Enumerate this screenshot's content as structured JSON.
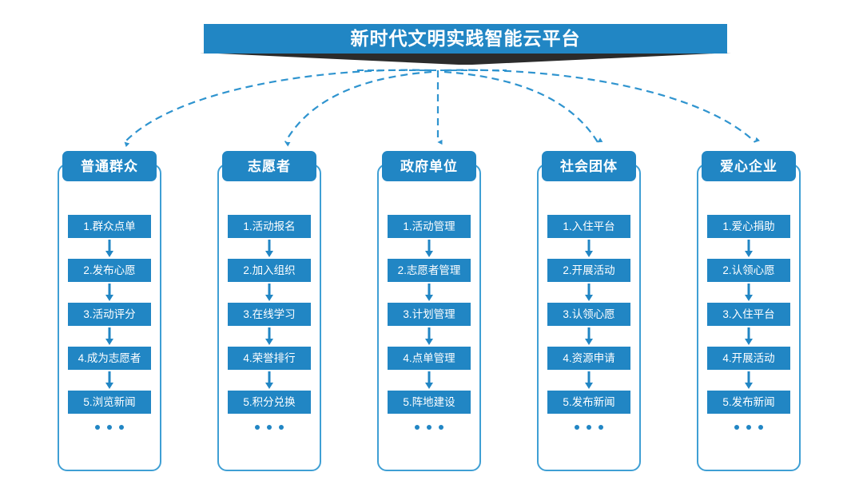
{
  "banner": {
    "title": "新时代文明实践智能云平台",
    "color": "#2186c4",
    "ribbon_color": "#2b2b2b"
  },
  "theme": {
    "blue": "#2186c4",
    "border_blue": "#3f9fd4",
    "dashed_blue": "#2f94cf",
    "text_white": "#ffffff"
  },
  "columns": [
    {
      "header": "普通群众",
      "items": [
        "1.群众点单",
        "2.发布心愿",
        "3.活动评分",
        "4.成为志愿者",
        "5.浏览新闻"
      ],
      "more": "..."
    },
    {
      "header": "志愿者",
      "items": [
        "1.活动报名",
        "2.加入组织",
        "3.在线学习",
        "4.荣誉排行",
        "5.积分兑换"
      ],
      "more": "..."
    },
    {
      "header": "政府单位",
      "items": [
        "1.活动管理",
        "2.志愿者管理",
        "3.计划管理",
        "4.点单管理",
        "5.阵地建设"
      ],
      "more": "..."
    },
    {
      "header": "社会团体",
      "items": [
        "1.入住平台",
        "2.开展活动",
        "3.认领心愿",
        "4.资源申请",
        "5.发布新闻"
      ],
      "more": "..."
    },
    {
      "header": "爱心企业",
      "items": [
        "1.爱心捐助",
        "2.认领心愿",
        "3.入住平台",
        "4.开展活动",
        "5.发布新闻"
      ],
      "more": "..."
    }
  ]
}
